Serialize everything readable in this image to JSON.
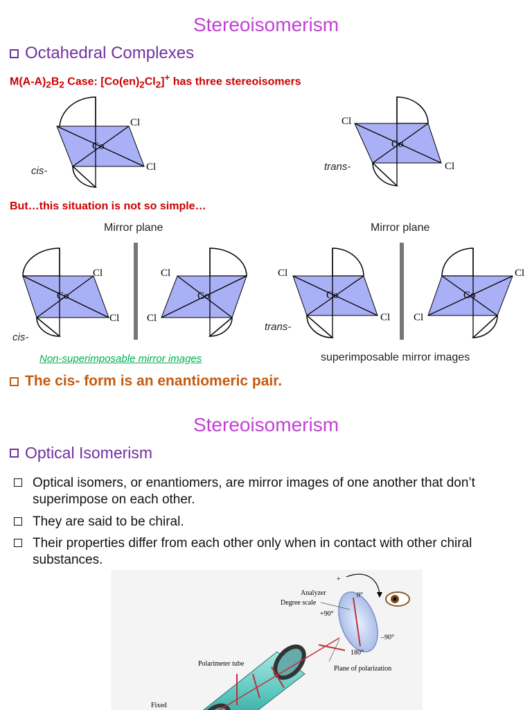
{
  "slide1": {
    "title": "Stereoisomerism",
    "heading": "Octahedral Complexes",
    "case_line": {
      "prefix": "M(A-A)",
      "sub1": "2",
      "mid1": "B",
      "sub2": "2",
      "mid2": " Case: [Co(en)",
      "sub3": "2",
      "mid3": "Cl",
      "sub4": "2",
      "mid4": "]",
      "sup": "+",
      "suffix": " has three stereoisomers"
    },
    "top_diagrams": {
      "cis_label": "cis-",
      "trans_label": "trans-",
      "metal": "Co",
      "ligand": "Cl"
    },
    "subtitle": "But…this situation is not so simple…",
    "mirror_left": "Mirror plane",
    "mirror_right": "Mirror plane",
    "cis_label": "cis-",
    "trans_label": "trans-",
    "non_super_caption": "Non-superimposable mirror images",
    "super_caption": "superimposable mirror images",
    "conclusion": "The cis- form is an enantiomeric pair."
  },
  "slide2": {
    "title": "Stereoisomerism",
    "heading": "Optical Isomerism",
    "bullets": [
      "Optical isomers, or enantiomers, are mirror images of one another that don’t superimpose on each other.",
      "They are said to be chiral.",
      "Their properties differ from each other only when in contact with other chiral substances."
    ],
    "figure_labels": {
      "analyzer": "Analyzer",
      "degree_scale": "Degree scale",
      "zero": "0°",
      "plus90": "+90°",
      "minus90": "–90°",
      "deg180": "180°",
      "plus": "+",
      "minus": "–",
      "tube": "Polarimeter tube",
      "plane": "Plane of polarization",
      "fixed": "Fixed"
    }
  },
  "colors": {
    "title": "#c23fd4",
    "heading": "#7030a0",
    "red": "#cc0000",
    "green": "#00b050",
    "conclusion": "#c55a11",
    "plane_fill": "#aab0f5"
  }
}
